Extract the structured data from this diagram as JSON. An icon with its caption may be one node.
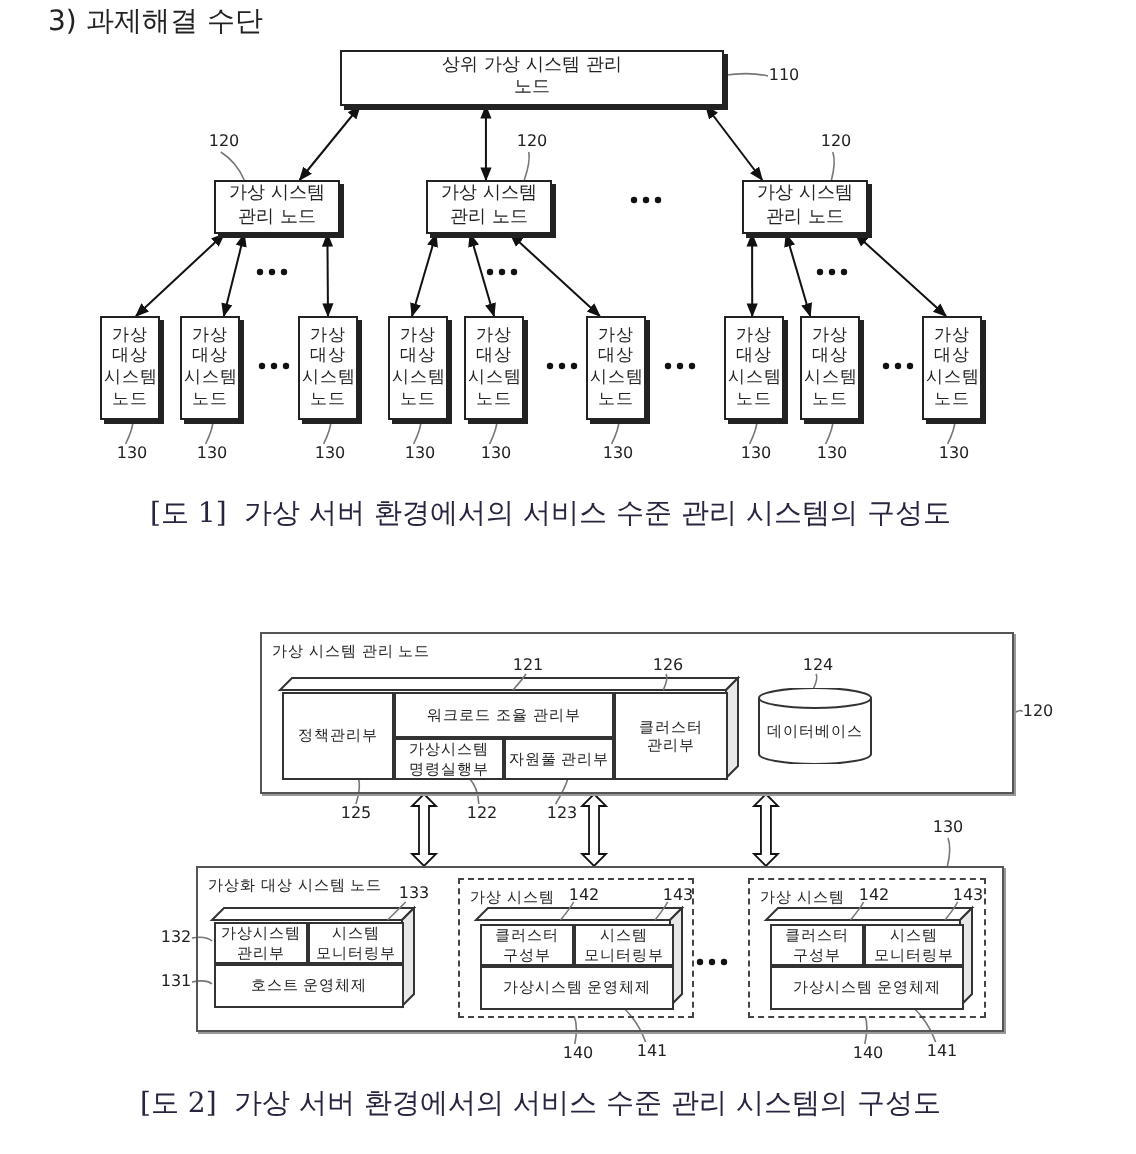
{
  "diagram": {
    "title": "3) 과제해결 수단",
    "nodes": [
      {
        "text": [
          "상위 가상 시스템 관리 노드"
        ]
      },
      {
        "text": [
          "가상 시스템 관리 노드"
        ]
      },
      {
        "text": [
          "가상 시스템 관리 노드"
        ]
      },
      {
        "text": [
          "가상 시스템 관리 노드"
        ]
      },
      {
        "text": [
          "가상 대상 시스템 노드"
        ]
      },
      {
        "text": [
          "가상 대상 시스템 노드"
        ]
      },
      {
        "text": [
          "가상 대상 시스템 노드"
        ]
      },
      {
        "text": [
          "가상 대상 시스템 노드"
        ]
      },
      {
        "text": [
          "가상 대상 시스템 노드"
        ]
      },
      {
        "text": [
          "가상 대상 시스템 노드"
        ]
      },
      {
        "text": [
          "가상 대상 시스템 노드"
        ]
      },
      {
        "text": [
          "가상 대상 시스템 노드"
        ]
      },
      {
        "text": [
          "가상 대상 시스템 노드"
        ]
      },
      {
        "text": [
          "가상 시스템 관리 노드"
        ]
      },
      {
        "text": [
          "정책관리부"
        ],
        "in": 13
      },
      {
        "text": [
          "워크로드 조율 관리부"
        ],
        "in": 13
      },
      {
        "text": [
          "가상시스템 명령실행부"
        ],
        "in": 13
      },
      {
        "text": [
          "자원풀 관리부"
        ],
        "in": 13
      },
      {
        "text": [
          "클러스터 관리부"
        ],
        "in": 13
      },
      {
        "text": [
          "데이터베이스"
        ],
        "in": 13
      },
      {
        "text": [
          "가상화 대상 시스템 노드"
        ]
      },
      {
        "text": [
          "가상시스템 관리부"
        ],
        "in": 20
      },
      {
        "text": [
          "시스템 모니터링부"
        ],
        "in": 20
      },
      {
        "text": [
          "호스트 운영체제"
        ],
        "in": 20
      },
      {
        "text": [
          "가상 시스템"
        ],
        "in": 20
      },
      {
        "text": [
          "클러스터 구성부"
        ],
        "in": 24
      },
      {
        "text": [
          "시스템 모니터링부"
        ],
        "in": 24
      },
      {
        "text": [
          "가상시스템 운영체제"
        ],
        "in": 24
      },
      {
        "text": [
          "가상 시스템"
        ],
        "in": 20
      },
      {
        "text": [
          "클러스터 구성부"
        ],
        "in": 28
      },
      {
        "text": [
          "시스템 모니터링부"
        ],
        "in": 28
      },
      {
        "text": [
          "가상시스템 운영체제"
        ],
        "in": 28
      },
      {
        "text": [
          "110"
        ]
      },
      {
        "text": [
          "120"
        ]
      },
      {
        "text": [
          "120"
        ]
      },
      {
        "text": [
          "120"
        ]
      },
      {
        "text": [
          "130"
        ]
      },
      {
        "text": [
          "130"
        ]
      },
      {
        "text": [
          "130"
        ]
      },
      {
        "text": [
          "130"
        ]
      },
      {
        "text": [
          "130"
        ]
      },
      {
        "text": [
          "130"
        ]
      },
      {
        "text": [
          "130"
        ]
      },
      {
        "text": [
          "130"
        ]
      },
      {
        "text": [
          "130"
        ]
      },
      {
        "text": [
          "120"
        ]
      },
      {
        "text": [
          "121"
        ],
        "in": 13
      },
      {
        "text": [
          "126"
        ],
        "in": 13
      },
      {
        "text": [
          "124"
        ],
        "in": 13
      },
      {
        "text": [
          "125"
        ]
      },
      {
        "text": [
          "122"
        ]
      },
      {
        "text": [
          "123"
        ]
      },
      {
        "text": [
          "130"
        ]
      },
      {
        "text": [
          "132"
        ]
      },
      {
        "text": [
          "131"
        ]
      },
      {
        "text": [
          "133"
        ],
        "in": 20
      },
      {
        "text": [
          "140"
        ]
      },
      {
        "text": [
          "142"
        ],
        "in": 24
      },
      {
        "text": [
          "143"
        ],
        "in": 24
      },
      {
        "text": [
          "141"
        ]
      },
      {
        "text": [
          "140"
        ]
      },
      {
        "text": [
          "142"
        ],
        "in": 28
      },
      {
        "text": [
          "143"
        ],
        "in": 28
      },
      {
        "text": [
          "141"
        ]
      }
    ],
    "edges": [
      {
        "from": 0,
        "to": 1,
        "arrow": "both",
        "color": "#111111"
      },
      {
        "from": 0,
        "to": 2,
        "arrow": "both",
        "color": "#111111"
      },
      {
        "from": 0,
        "to": 3,
        "arrow": "both",
        "color": "#111111"
      },
      {
        "from": 1,
        "to": 4,
        "arrow": "both",
        "color": "#111111"
      },
      {
        "from": 1,
        "to": 5,
        "arrow": "both",
        "color": "#111111"
      },
      {
        "from": 1,
        "to": 6,
        "arrow": "both",
        "color": "#111111"
      },
      {
        "from": 2,
        "to": 7,
        "arrow": "both",
        "color": "#111111"
      },
      {
        "from": 2,
        "to": 8,
        "arrow": "both",
        "color": "#111111"
      },
      {
        "from": 2,
        "to": 9,
        "arrow": "both",
        "color": "#111111"
      },
      {
        "from": 3,
        "to": 10,
        "arrow": "both",
        "color": "#111111"
      },
      {
        "from": 3,
        "to": 11,
        "arrow": "both",
        "color": "#111111"
      },
      {
        "from": 3,
        "to": 12,
        "arrow": "both",
        "color": "#111111"
      },
      {
        "from": 13,
        "to": 20,
        "arrow": "both",
        "color": "#111111"
      },
      {
        "from": 13,
        "to": 20,
        "arrow": "both",
        "color": "#111111"
      },
      {
        "from": 13,
        "to": 20,
        "arrow": "both",
        "color": "#111111"
      },
      {
        "from": 32,
        "to": 0,
        "arrow": "none"
      },
      {
        "from": 33,
        "to": 1,
        "arrow": "none"
      },
      {
        "from": 34,
        "to": 2,
        "arrow": "none"
      },
      {
        "from": 35,
        "to": 3,
        "arrow": "none"
      },
      {
        "from": 36,
        "to": 4,
        "arrow": "none"
      },
      {
        "from": 37,
        "to": 5,
        "arrow": "none"
      },
      {
        "from": 38,
        "to": 6,
        "arrow": "none"
      },
      {
        "from": 39,
        "to": 7,
        "arrow": "none"
      },
      {
        "from": 40,
        "to": 8,
        "arrow": "none"
      },
      {
        "from": 41,
        "to": 9,
        "arrow": "none"
      },
      {
        "from": 42,
        "to": 10,
        "arrow": "none"
      },
      {
        "from": 43,
        "to": 11,
        "arrow": "none"
      },
      {
        "from": 44,
        "to": 12,
        "arrow": "none"
      },
      {
        "from": 45,
        "to": 13,
        "arrow": "none"
      },
      {
        "from": 46,
        "to": 15,
        "arrow": "none"
      },
      {
        "from": 47,
        "to": 18,
        "arrow": "none"
      },
      {
        "from": 48,
        "to": 19,
        "arrow": "none"
      },
      {
        "from": 49,
        "to": 14,
        "arrow": "none"
      },
      {
        "from": 50,
        "to": 16,
        "arrow": "none"
      },
      {
        "from": 51,
        "to": 17,
        "arrow": "none"
      },
      {
        "from": 52,
        "to": 20,
        "arrow": "none"
      },
      {
        "from": 53,
        "to": 21,
        "arrow": "none"
      },
      {
        "from": 54,
        "to": 23,
        "arrow": "none"
      },
      {
        "from": 55,
        "to": 22,
        "arrow": "none"
      },
      {
        "from": 56,
        "to": 24,
        "arrow": "none"
      },
      {
        "from": 57,
        "to": 25,
        "arrow": "none"
      },
      {
        "from": 58,
        "to": 26,
        "arrow": "none"
      },
      {
        "from": 59,
        "to": 27,
        "arrow": "none"
      },
      {
        "from": 60,
        "to": 28,
        "arrow": "none"
      },
      {
        "from": 61,
        "to": 29,
        "arrow": "none"
      },
      {
        "from": 62,
        "to": 30,
        "arrow": "none"
      },
      {
        "from": 63,
        "to": 31,
        "arrow": "none"
      }
    ],
    "labels": [
      "[도 1]  가상 서버 환경에서의 서비스 수준 관리 시스템의 구성도",
      "[도 2]  가상 서버 환경에서의 서비스 수준 관리 시스템의 구성도"
    ]
  }
}
